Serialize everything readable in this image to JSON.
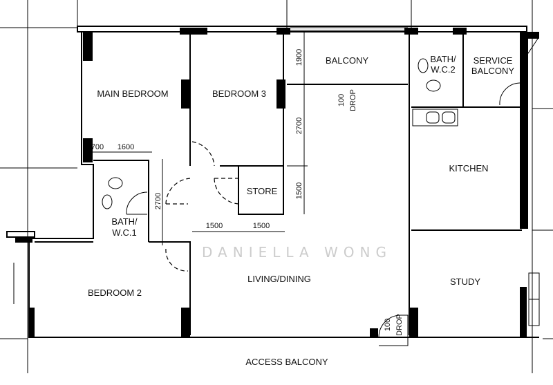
{
  "rooms": {
    "main_bedroom": "MAIN BEDROOM",
    "bedroom_3": "BEDROOM 3",
    "balcony": "BALCONY",
    "bath_wc2_line1": "BATH/",
    "bath_wc2_line2": "W.C.2",
    "service_balcony_line1": "SERVICE",
    "service_balcony_line2": "BALCONY",
    "kitchen": "KITCHEN",
    "store": "STORE",
    "bath_wc1_line1": "BATH/",
    "bath_wc1_line2": "W.C.1",
    "living_dining": "LIVING/DINING",
    "study": "STUDY",
    "bedroom_2": "BEDROOM 2",
    "access_balcony": "ACCESS BALCONY"
  },
  "dimensions": {
    "balcony_depth": "1900",
    "bedroom3_side": "2700",
    "store_side": "1500",
    "bath_wc1_side": "2700",
    "bath_top_a": "700",
    "bath_top_b": "1600",
    "corridor_a": "1500",
    "corridor_b": "1500",
    "drop_1_value": "100",
    "drop_1_label": "DROP",
    "drop_2_value": "100",
    "drop_2_label": "DROP"
  },
  "watermark": "DANIELLA WONG"
}
